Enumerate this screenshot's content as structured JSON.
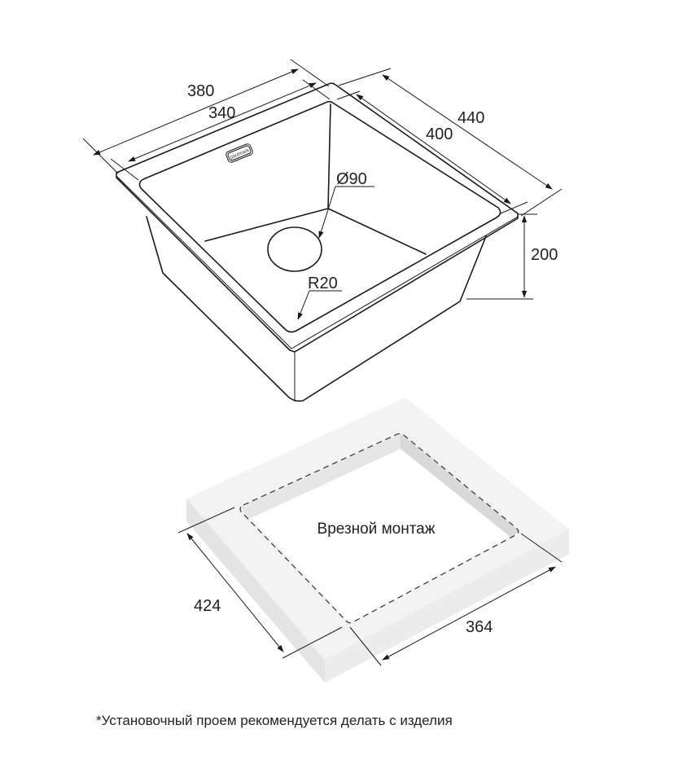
{
  "sink": {
    "brand_logo": "paulmark",
    "dimensions": {
      "outer_width": "380",
      "inner_width": "340",
      "outer_length": "440",
      "inner_length": "400",
      "depth": "200",
      "drain_diameter": "Ø90",
      "corner_radius": "R20"
    }
  },
  "cutout": {
    "title": "Врезной монтаж",
    "length": "424",
    "width": "364"
  },
  "footnote": "*Установочный проем рекомендуется делать с изделия"
}
